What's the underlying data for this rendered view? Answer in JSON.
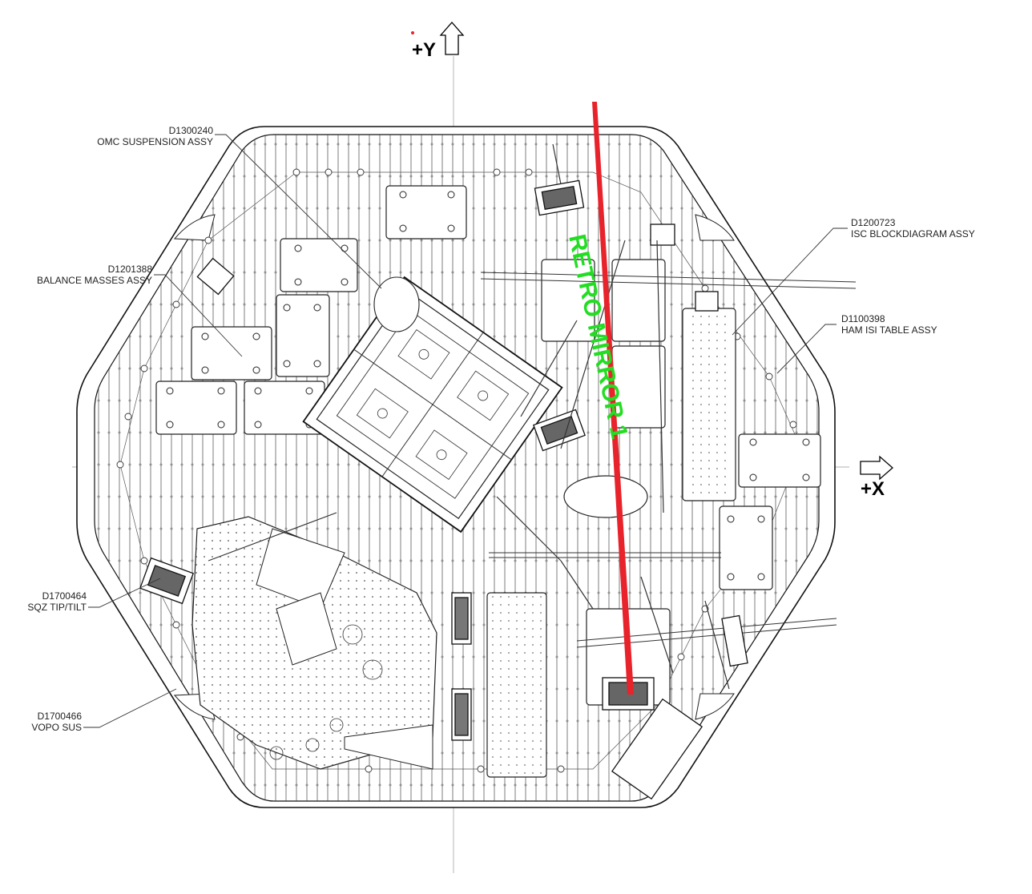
{
  "axes": {
    "y_label": "+Y",
    "x_label": "+X"
  },
  "labels": {
    "omc_id": "D1300240",
    "omc_name": "OMC SUSPENSION ASSY",
    "balance_id": "D1201388",
    "balance_name": "BALANCE MASSES ASSY",
    "isc_id": "D1200723",
    "isc_name": "ISC BLOCKDIAGRAM ASSY",
    "ham_id": "D1100398",
    "ham_name": "HAM ISI TABLE ASSY",
    "sqz_id": "D1700464",
    "sqz_name": "SQZ TIP/TILT",
    "vopo_id": "D1700466",
    "vopo_name": "VOPO SUS"
  },
  "annotation": {
    "retro_text": "RETRO MIRROR 1",
    "retro_color": "#22dd22",
    "beam_color": "#e8232b"
  }
}
